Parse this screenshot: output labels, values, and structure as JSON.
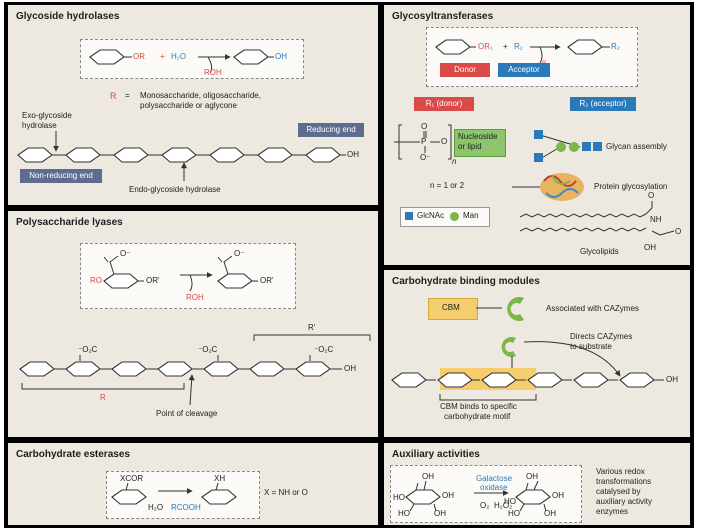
{
  "panels": {
    "gh": {
      "title": "Glycoside hydrolases",
      "plus": "+",
      "water": "H₂O",
      "or_label": "OR",
      "oh_label": "OH",
      "roh_label": "ROH",
      "r_letter": "R",
      "r_equals": "=",
      "r_def_line1": "Monosaccharide, oligosaccharide,",
      "r_def_line2": "polysaccharide or aglycone",
      "exo_line1": "Exo-glycoside",
      "exo_line2": "hydrolase",
      "endo": "Endo-glycoside hydrolase",
      "reducing_end": "Reducing end",
      "non_reducing_end": "Non-reducing end",
      "chain_oh": "OH"
    },
    "gt": {
      "title": "Glycosyltransferases",
      "or1": "OR₁",
      "plus": "+",
      "r2": "R₂",
      "r1_small": "R₁",
      "r2_product": "R₂",
      "donor": "Donor",
      "acceptor": "Acceptor",
      "r1_donor": "R₁ (donor)",
      "r2_acceptor": "R₂ (acceptor)",
      "phosphate_o": "O",
      "phosphate_p": "P",
      "phosphate_om": "O⁻",
      "n_sub": "n",
      "nucleoside_line1": "Nucleoside",
      "nucleoside_line2": "or lipid",
      "n_value": "n = 1 or 2",
      "glycan_assembly": "Glycan assembly",
      "protein_glycosylation": "Protein glycosylation",
      "glcnac": "GlcNAc",
      "man": "Man",
      "glycolipids": "Glycolipids",
      "nh": "NH",
      "oh": "OH",
      "o_label": "O"
    },
    "pl": {
      "title": "Polysaccharide lyases",
      "ro": "RO",
      "or_prime": "OR'",
      "r_oh": "ROH",
      "carboxylate": "O⁻",
      "o_co2": "⁻O₂C",
      "r_prime": "R'",
      "r_label": "R",
      "point": "Point of cleavage",
      "chain_oh": "OH"
    },
    "cbm": {
      "title": "Carbohydrate binding modules",
      "cbm_box": "CBM",
      "associated": "Associated with CAZymes",
      "directs_line1": "Directs CAZymes",
      "directs_line2": "to substrate",
      "binds_line1": "CBM binds to specific",
      "binds_line2": "carbohydrate motif",
      "chain_oh": "OH"
    },
    "ce": {
      "title": "Carbohydrate esterases",
      "xcor": "XCOR",
      "xh": "XH",
      "water": "H₂O",
      "rcooh": "RCOOH",
      "x_def": "X = NH or O"
    },
    "aa": {
      "title": "Auxiliary activities",
      "oh": "OH",
      "ho": "HO",
      "galactose_line1": "Galactose",
      "galactose_line2": "oxidase",
      "o2": "O₂",
      "h2o2": "H₂O₂",
      "desc_line1": "Various redox",
      "desc_line2": "transformations",
      "desc_line3": "catalysed by",
      "desc_line4": "auxiliary activity",
      "desc_line5": "enzymes"
    }
  },
  "colors": {
    "panel_bg": "#ede9e0",
    "red": "#d94a48",
    "blue_box": "#2a79b9",
    "slate_box": "#5e6d8f",
    "green": "#7ab648",
    "cbm_yellow": "#f5cd6d"
  }
}
